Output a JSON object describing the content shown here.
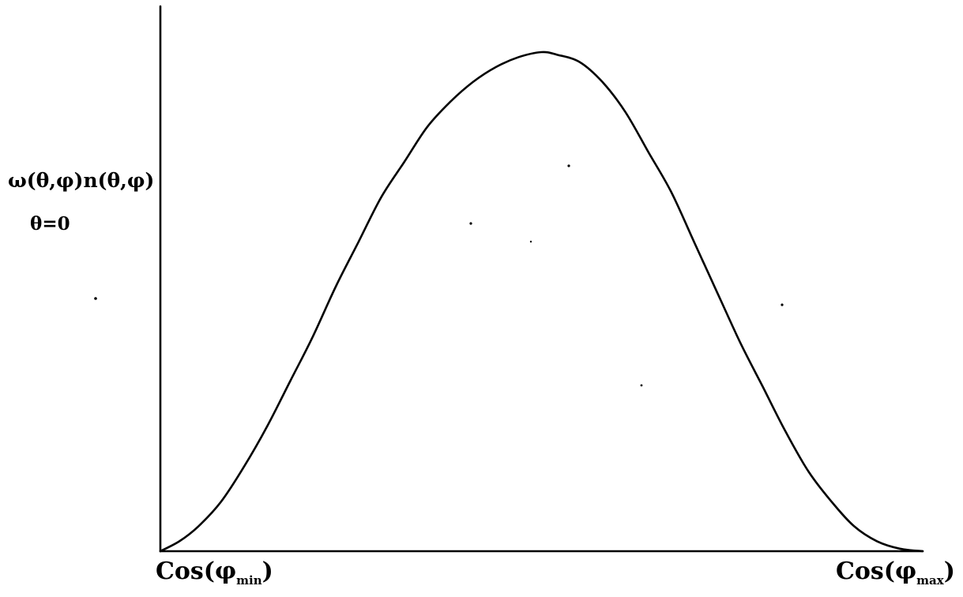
{
  "chart_data": {
    "type": "line",
    "title": "",
    "ylabel": "ω(θ,φ)n(θ,φ)",
    "ylabel_condition": "θ=0",
    "xlabel": "",
    "x_ticks": [
      {
        "func": "Cos(",
        "symbol": "φ",
        "sub": "min",
        "close": ")"
      },
      {
        "func": "Cos(",
        "symbol": "φ",
        "sub": "max",
        "close": ")"
      }
    ],
    "xlim": [
      0,
      1
    ],
    "ylim": [
      0,
      1
    ],
    "grid": false,
    "legend": "none",
    "series": [
      {
        "x": [
          0.0,
          0.025,
          0.05,
          0.08,
          0.11,
          0.14,
          0.17,
          0.2,
          0.23,
          0.26,
          0.29,
          0.32,
          0.35,
          0.38,
          0.41,
          0.44,
          0.47,
          0.5,
          0.52,
          0.55,
          0.58,
          0.61,
          0.64,
          0.67,
          0.7,
          0.73,
          0.76,
          0.79,
          0.82,
          0.85,
          0.88,
          0.91,
          0.94,
          0.97,
          1.0
        ],
        "values": [
          0.0,
          0.02,
          0.05,
          0.1,
          0.17,
          0.25,
          0.34,
          0.43,
          0.53,
          0.62,
          0.71,
          0.78,
          0.85,
          0.9,
          0.94,
          0.97,
          0.99,
          1.0,
          0.995,
          0.98,
          0.94,
          0.88,
          0.8,
          0.72,
          0.62,
          0.52,
          0.42,
          0.33,
          0.24,
          0.16,
          0.1,
          0.05,
          0.02,
          0.005,
          0.0
        ]
      }
    ],
    "colors": {
      "line": "#000000",
      "background": "#ffffff"
    }
  }
}
